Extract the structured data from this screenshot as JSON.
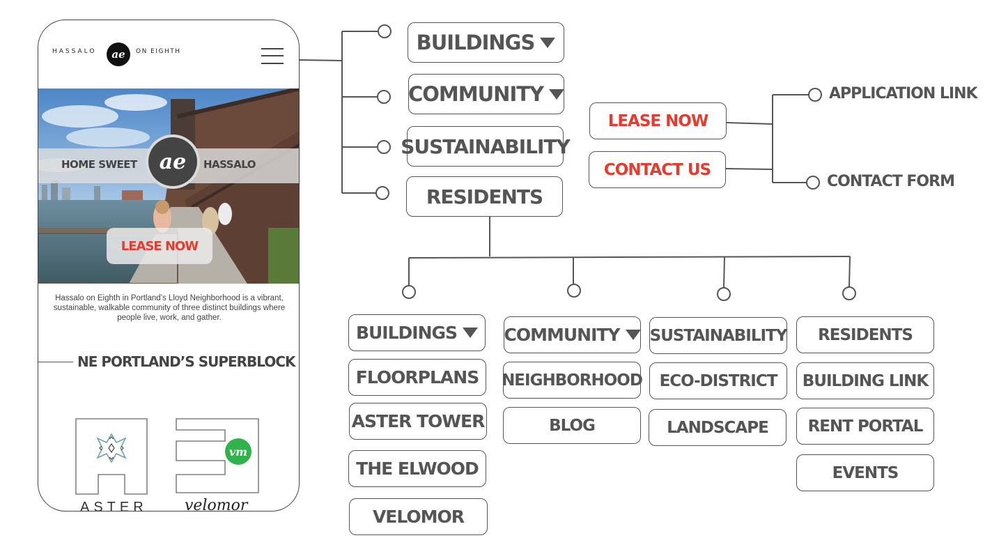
{
  "phone": {
    "brand_left": "HASSALO",
    "brand_logo": "ae",
    "brand_right": "ON EIGHTH",
    "menu_icon": "hamburger-icon",
    "hero_left": "HOME SWEET",
    "hero_logo": "ae",
    "hero_right": "HASSALO",
    "hero_button": "LEASE NOW",
    "intro": "Hassalo on Eighth in Portland’s Lloyd Neighborhood is a vibrant, sustainable, walkable community of three distinct buildings where people live, work, and gather.",
    "superblock": "NE PORTLAND’S SUPERBLOCK",
    "tile_aster_label": "ASTER",
    "tile_velomor_badge": "vm",
    "tile_velomor_label": "velomor"
  },
  "menu": {
    "buildings": "BUILDINGS",
    "community": "COMMUNITY",
    "sustainability": "SUSTAINABILITY",
    "residents": "RESIDENTS"
  },
  "cta": {
    "lease_now": "LEASE NOW",
    "contact_us": "CONTACT US",
    "application_link": "APPLICATION LINK",
    "contact_form": "CONTACT FORM"
  },
  "submenus": {
    "buildings": {
      "title": "BUILDINGS",
      "items": [
        "FLOORPLANS",
        "ASTER TOWER",
        "THE ELWOOD",
        "VELOMOR"
      ]
    },
    "community": {
      "title": "COMMUNITY",
      "items": [
        "NEIGHBORHOOD",
        "BLOG"
      ]
    },
    "sustainability": {
      "title": "SUSTAINABILITY",
      "items": [
        "ECO-DISTRICT",
        "LANDSCAPE"
      ]
    },
    "residents": {
      "title": "RESIDENTS",
      "items": [
        "BUILDING LINK",
        "RENT PORTAL",
        "EVENTS"
      ]
    }
  },
  "colors": {
    "accent": "#e63b2e",
    "text": "#555555",
    "line": "#555555"
  }
}
